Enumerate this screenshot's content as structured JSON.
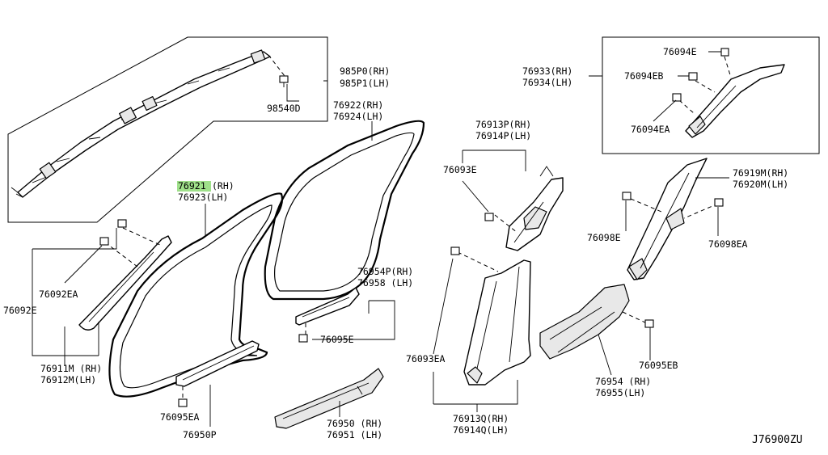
{
  "labels": {
    "airbag_rh": "985P0(RH)",
    "airbag_lh": "985P1(LH)",
    "airbag_clip": "98540D",
    "front_weatherstrip_part": "76921",
    "front_weatherstrip_rh_suffix": "(RH)",
    "front_weatherstrip_lh": "76923(LH)",
    "rear_weatherstrip_rh": "76922(RH)",
    "rear_weatherstrip_lh": "76924(LH)",
    "center_pillar_upper_rh": "76913P(RH)",
    "center_pillar_upper_lh": "76914P(LH)",
    "clip_76093e": "76093E",
    "rear_pillar_rh": "76933(RH)",
    "rear_pillar_lh": "76934(LH)",
    "clip_76094e": "76094E",
    "clip_76094eb": "76094EB",
    "clip_76094ea": "76094EA",
    "rear_pillar_lower_rh": "76919M(RH)",
    "rear_pillar_lower_lh": "76920M(LH)",
    "clip_76098e": "76098E",
    "clip_76098ea": "76098EA",
    "front_pillar_rh": "76911M (RH)",
    "front_pillar_lh": "76912M(LH)",
    "clip_76092ea": "76092EA",
    "clip_76092e": "76092E",
    "rear_kicking_plate_rh": "76954P(RH)",
    "rear_kicking_plate_lh": "76958 (LH)",
    "clip_76095e": "76095E",
    "clip_76093ea": "76093EA",
    "center_pillar_lower_rh": "76913Q(RH)",
    "center_pillar_lower_lh": "76914Q(LH)",
    "rear_side_rh": "76954 (RH)",
    "rear_side_lh": "76955(LH)",
    "clip_76095eb": "76095EB",
    "clip_76095ea": "76095EA",
    "front_kicking_plate": "76950P",
    "rear_kicking_cover_rh": "76950 (RH)",
    "rear_kicking_cover_lh": "76951 (LH)",
    "diagram_code": "J76900ZU"
  },
  "colors": {
    "line": "#000000",
    "background": "#ffffff",
    "highlight": "#9fe08a"
  }
}
